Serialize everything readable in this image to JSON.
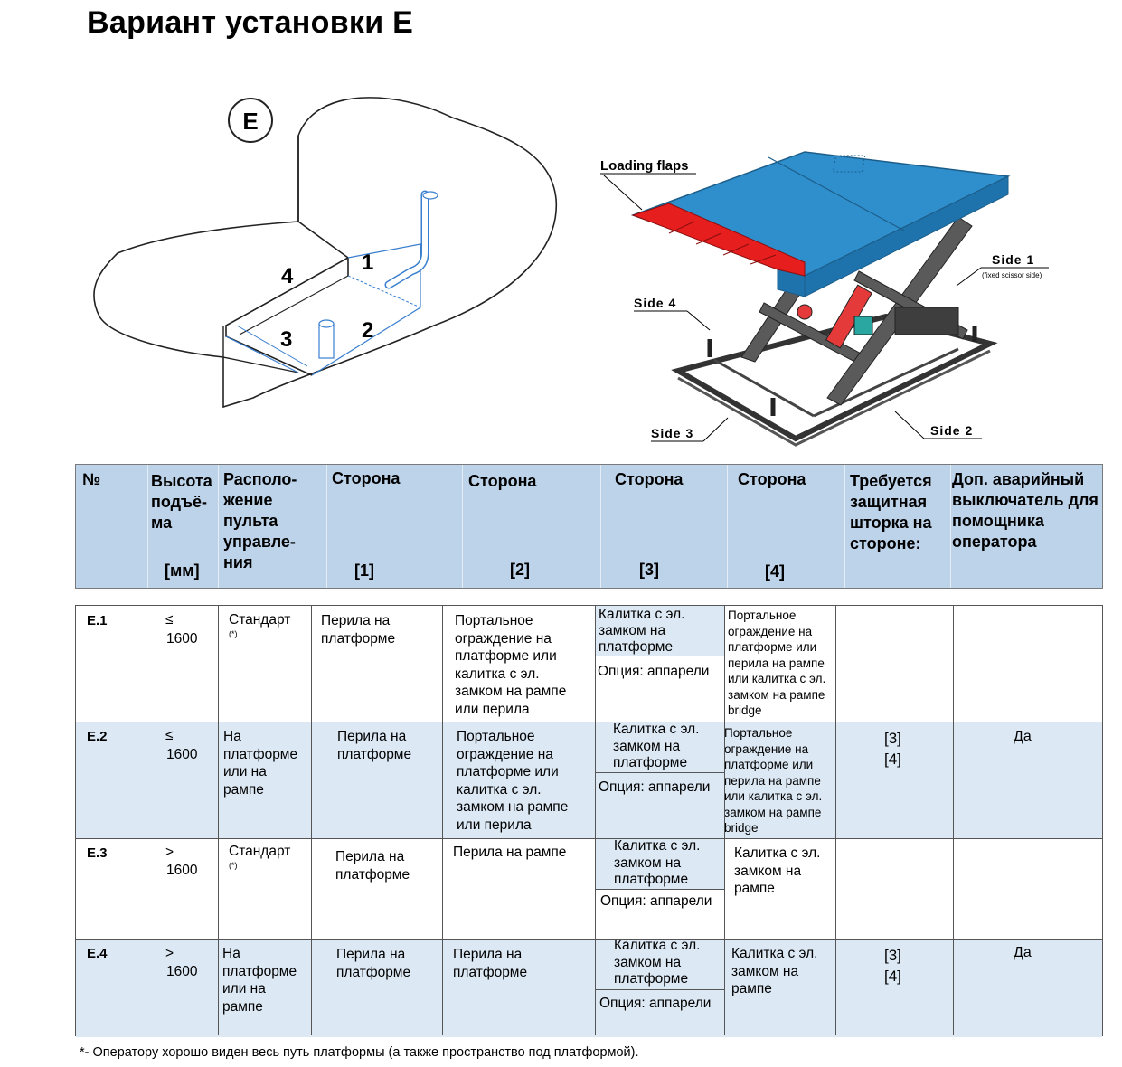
{
  "title": "Вариант установки E",
  "diagram_left": {
    "circle_label": "E",
    "sides": [
      "1",
      "2",
      "3",
      "4"
    ]
  },
  "diagram_right": {
    "loading_flaps": "Loading flaps",
    "side1": "Side 1",
    "side1_note": "(fixed scissor side)",
    "side2": "Side 2",
    "side3": "Side 3",
    "side4": "Side 4"
  },
  "header": {
    "no": "№",
    "height": "Высота подъё-ма",
    "height_unit": "[мм]",
    "position": "Располо-жение пульта управле-ния",
    "side1": "Сторона",
    "side1_idx": "[1]",
    "side2": "Сторона",
    "side2_idx": "[2]",
    "side3": "Сторона",
    "side3_idx": "[3]",
    "side4": "Сторона",
    "side4_idx": "[4]",
    "shutter": "Требуется защитная шторка на стороне:",
    "estop": "Доп. аварийный выключатель для помощника оператора"
  },
  "rows": [
    {
      "id": "E.1",
      "cmp": "≤",
      "height": "1600",
      "position": "Стандарт",
      "position_mark": "(*)",
      "side1": "Перила на платформе",
      "side2": "Портальное ограждение на платформе или калитка с эл. замком на рампе или перила",
      "side3_top": "Калитка с эл. замком на платформе",
      "side3_bottom": "Опция: аппарели",
      "side4": "Портальное ограждение на платформе или перила на рампе или калитка с эл. замком на рампе bridge",
      "shutter_a": "",
      "shutter_b": "",
      "estop": ""
    },
    {
      "id": "E.2",
      "cmp": "≤",
      "height": "1600",
      "position": "На платформе или на рампе",
      "position_mark": "",
      "side1": "Перила на платформе",
      "side2": "Портальное ограждение на платформе или калитка с эл. замком на рампе или перила",
      "side3_top": "Калитка с эл. замком на платформе",
      "side3_bottom": "Опция: аппарели",
      "side4": "Портальное ограждение на платформе или перила на рампе или калитка с эл. замком на рампе bridge",
      "shutter_a": "[3]",
      "shutter_b": "[4]",
      "estop": "Да"
    },
    {
      "id": "E.3",
      "cmp": ">",
      "height": "1600",
      "position": "Стандарт",
      "position_mark": "(*)",
      "side1": "Перила на платформе",
      "side2": "Перила на рампе",
      "side3_top": "Калитка с эл. замком на платформе",
      "side3_bottom": "Опция: аппарели",
      "side4": "Калитка с эл. замком на рампе",
      "shutter_a": "",
      "shutter_b": "",
      "estop": ""
    },
    {
      "id": "E.4",
      "cmp": ">",
      "height": "1600",
      "position": "На платформе или на рампе",
      "position_mark": "",
      "side1": "Перила на платформе",
      "side2": "Перила на платформе",
      "side3_top": "Калитка с эл. замком на платформе",
      "side3_bottom": "Опция: аппарели",
      "side4": "Калитка с эл. замком на рампе",
      "shutter_a": "[3]",
      "shutter_b": "[4]",
      "estop": "Да"
    }
  ],
  "footnote": "*- Оператору хорошо виден весь путь платформы (а также пространство под платформой)."
}
